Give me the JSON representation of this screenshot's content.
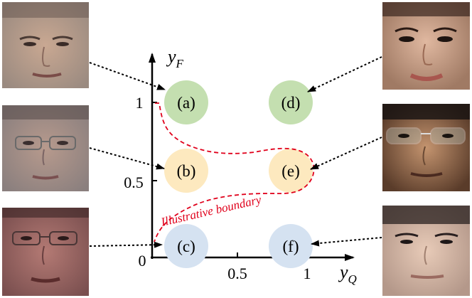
{
  "axes": {
    "y_label_main": "y",
    "y_label_sub": "F",
    "x_label_main": "y",
    "x_label_sub": "Q",
    "origin_label": "0",
    "y_ticks": [
      "1",
      "0.5"
    ],
    "x_ticks": [
      "0.5",
      "1"
    ]
  },
  "nodes": [
    {
      "id": "a",
      "label": "(a)",
      "color": "#c4dfb0"
    },
    {
      "id": "b",
      "label": "(b)",
      "color": "#fde9bf"
    },
    {
      "id": "c",
      "label": "(c)",
      "color": "#d5e2f1"
    },
    {
      "id": "d",
      "label": "(d)",
      "color": "#c4dfb0"
    },
    {
      "id": "e",
      "label": "(e)",
      "color": "#fde9bf"
    },
    {
      "id": "f",
      "label": "(f)",
      "color": "#d5e2f1"
    }
  ],
  "boundary": {
    "label": "Illustrative boundary",
    "color": "#e0001b"
  },
  "faces": [
    {
      "name": "face-photo-a",
      "target": "a"
    },
    {
      "name": "face-photo-b",
      "target": "b"
    },
    {
      "name": "face-photo-c",
      "target": "c"
    },
    {
      "name": "face-photo-d",
      "target": "d"
    },
    {
      "name": "face-photo-e",
      "target": "e"
    },
    {
      "name": "face-photo-f",
      "target": "f"
    }
  ]
}
